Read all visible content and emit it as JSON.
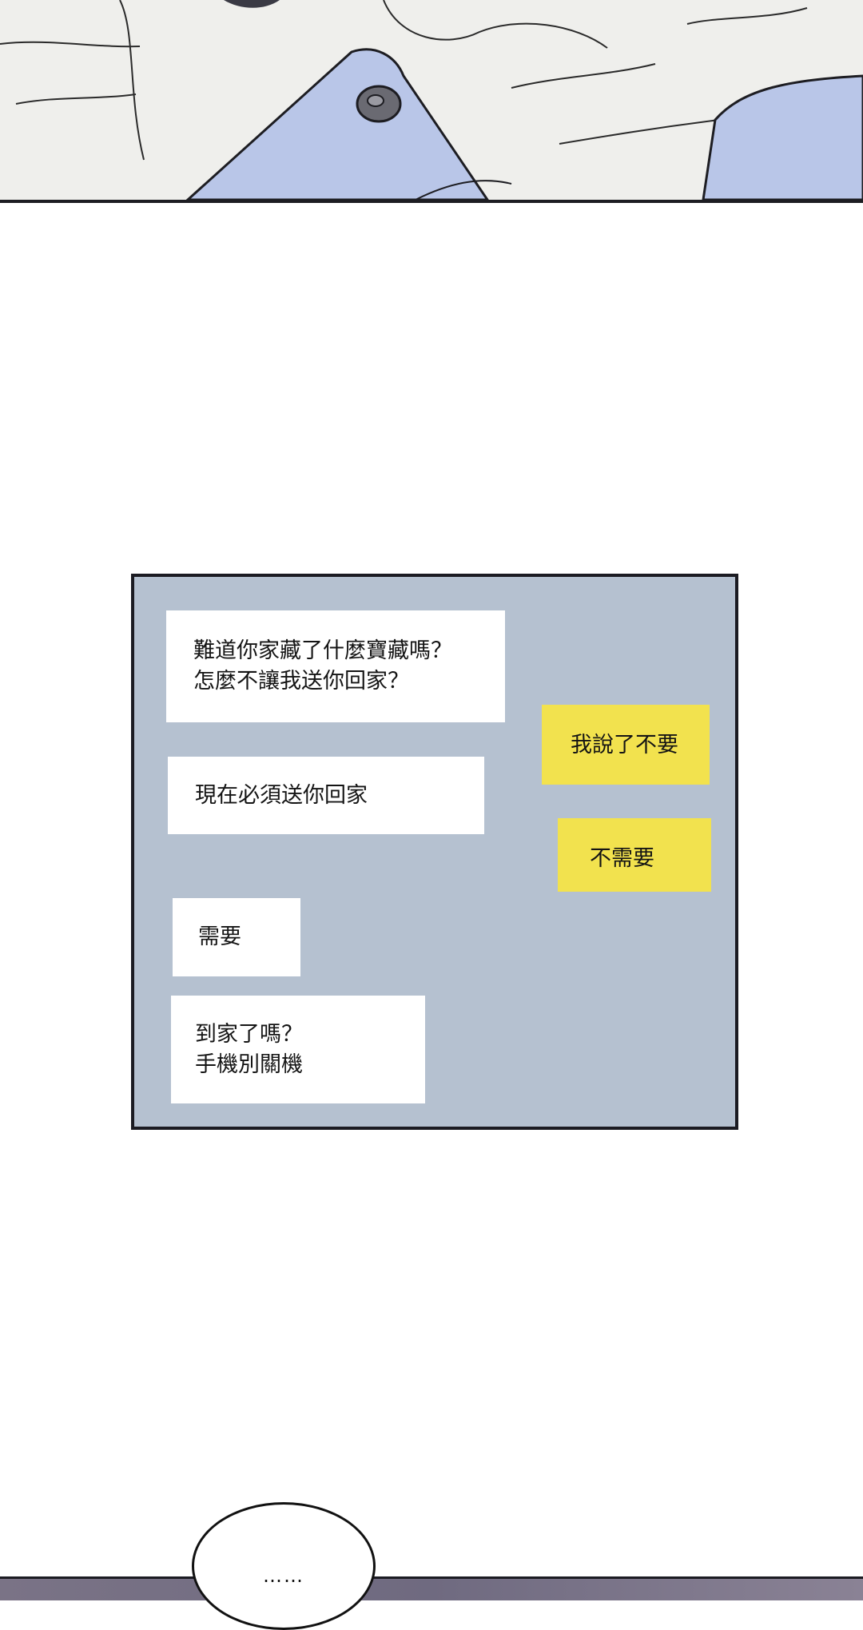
{
  "colors": {
    "chat_background": "#b5c1d0",
    "incoming_bubble": "#ffffff",
    "outgoing_bubble": "#f2e24e",
    "shirt": "#b9c6e8",
    "bottom_strip": "#75708a"
  },
  "icons": {
    "top_illustration": "shirt-button-illustration"
  },
  "chat": {
    "messages": [
      {
        "side": "incoming",
        "text": "難道你家藏了什麼寶藏嗎？\n怎麼不讓我送你回家？"
      },
      {
        "side": "outgoing",
        "text": "我說了不要"
      },
      {
        "side": "incoming",
        "text": "現在必須送你回家"
      },
      {
        "side": "outgoing",
        "text": "不需要"
      },
      {
        "side": "incoming",
        "text": "需要"
      },
      {
        "side": "incoming",
        "text": "到家了嗎？\n手機別關機"
      }
    ]
  },
  "speech_bubble": {
    "text": "……"
  }
}
